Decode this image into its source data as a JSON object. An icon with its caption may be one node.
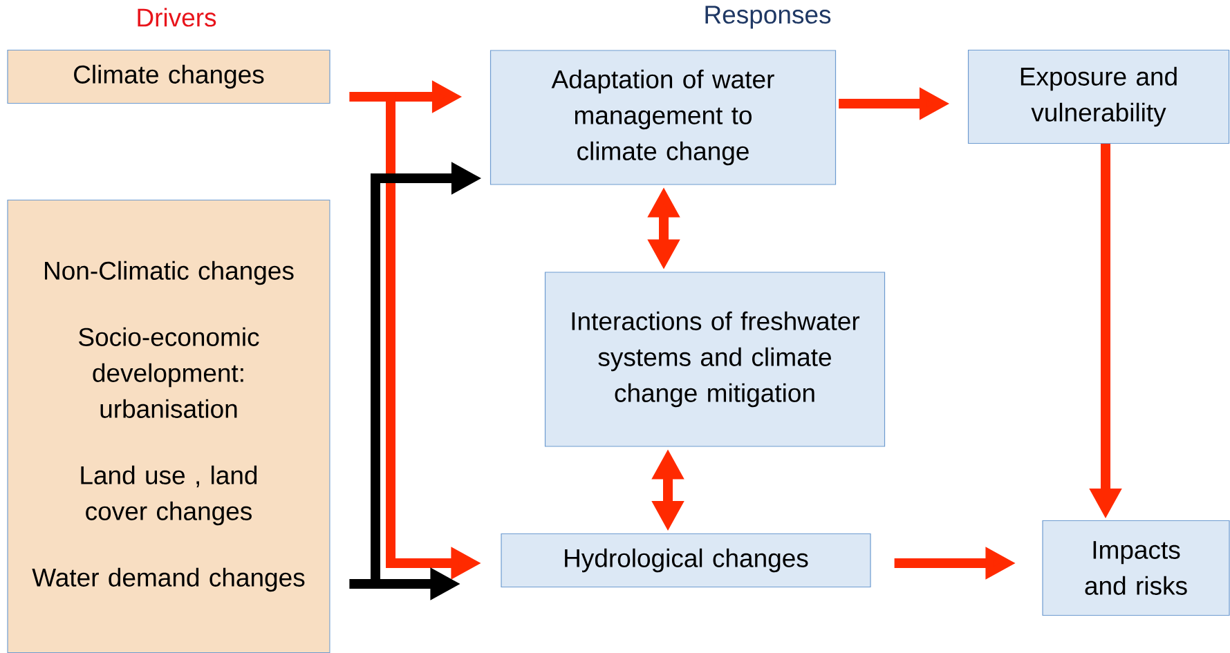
{
  "diagram": {
    "nodes": [
      {
        "text": [
          "Climate changes"
        ]
      },
      {
        "text": [
          "Non-Climatic changes",
          "Socio-economic development: urbanisation",
          "Land use , land cover changes",
          "Water demand changes"
        ]
      },
      {
        "text": [
          "Adaptation of water management to climate change"
        ]
      },
      {
        "text": [
          "Exposure and vulnerability"
        ]
      },
      {
        "text": [
          "Interactions of freshwater systems and climate change mitigation"
        ]
      },
      {
        "text": [
          "Hydrological changes"
        ]
      },
      {
        "text": [
          "Impacts and risks"
        ]
      }
    ],
    "edges": [
      {
        "from": 0,
        "to": 2,
        "arrow": "to"
      },
      {
        "from": 0,
        "to": 5,
        "arrow": "to"
      },
      {
        "from": 1,
        "to": 2,
        "arrow": "to",
        "color": "#000000"
      },
      {
        "from": 1,
        "to": 5,
        "arrow": "to",
        "color": "#000000"
      },
      {
        "from": 2,
        "to": 3,
        "arrow": "to"
      },
      {
        "from": 2,
        "to": 4,
        "arrow": "both"
      },
      {
        "from": 4,
        "to": 5,
        "arrow": "both"
      },
      {
        "from": 3,
        "to": 6,
        "arrow": "to"
      },
      {
        "from": 5,
        "to": 6,
        "arrow": "to"
      }
    ],
    "labels": [
      "Drivers",
      "Responses"
    ]
  }
}
